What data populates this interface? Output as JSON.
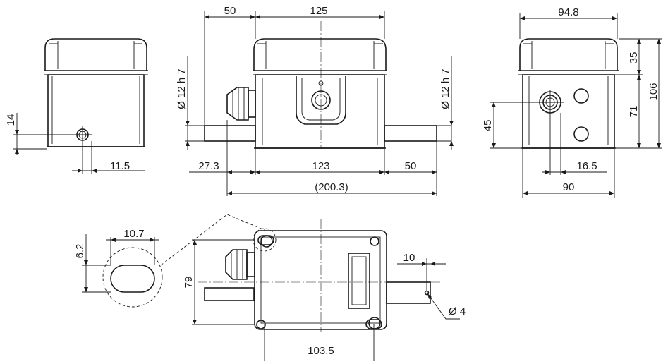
{
  "dimensions": {
    "front_top_left": "50",
    "front_top_right": "125",
    "side_width": "94.8",
    "side_h35": "35",
    "side_h106": "106",
    "side_h71": "71",
    "side_h45": "45",
    "shaft_left": "Ø 12 h 7",
    "shaft_right": "Ø 12 h 7",
    "left_h14": "14",
    "left_w11_5": "11.5",
    "front_27_3": "27.3",
    "front_123": "123",
    "front_50": "50",
    "front_total": "(200.3)",
    "side_16_5": "16.5",
    "side_90": "90",
    "slot_w": "10.7",
    "slot_h": "6.2",
    "top_h79": "79",
    "top_w103_5": "103.5",
    "top_10": "10",
    "top_hole": "Ø 4"
  }
}
